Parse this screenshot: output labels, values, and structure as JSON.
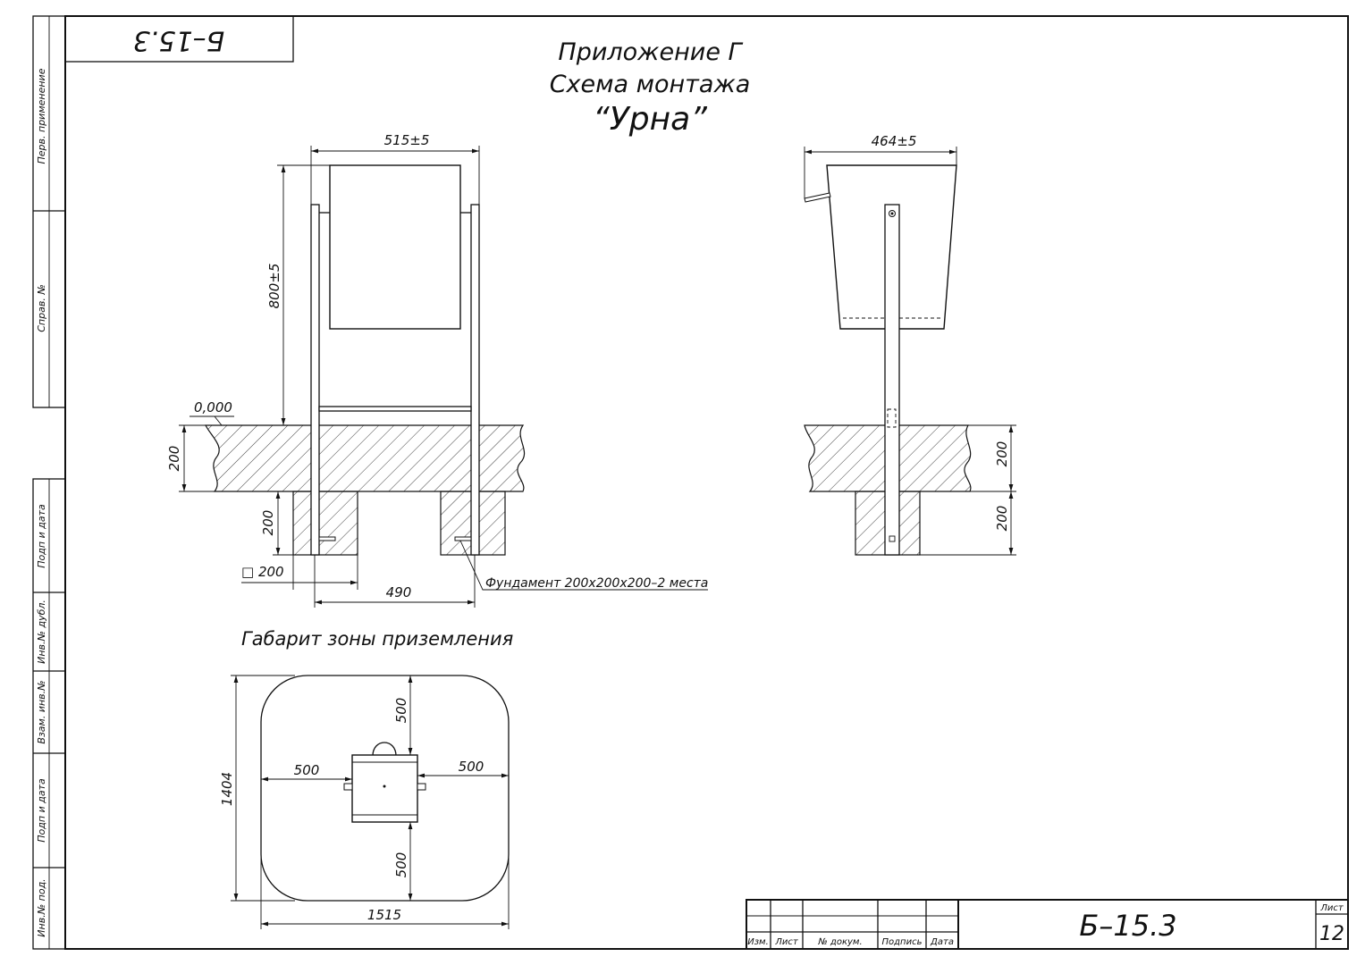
{
  "corner_stamp": "Б–15.3",
  "title": {
    "line1": "Приложение Г",
    "line2": "Схема монтажа",
    "line3": "“Урна”"
  },
  "side_strip": {
    "first_use": "Перв. применение",
    "ref_no": "Справ. №",
    "sign_date_1": "Подп и дата",
    "dup_inv": "Инв.№ дубл.",
    "repl_inv": "Взам. инв.№",
    "sign_date_2": "Подп и дата",
    "orig_inv": "Инв.№ под."
  },
  "front_view": {
    "width_dim": "515±5",
    "height_dim": "800±5",
    "ground_level": "0,000",
    "soil_depth": "200",
    "foundation_depth": "200",
    "foundation_square": "□ 200",
    "span": "490",
    "foundation_note": "Фундамент 200х200х200–2 места"
  },
  "side_view": {
    "width_dim": "464±5",
    "soil_depth": "200",
    "foundation_depth": "200"
  },
  "zone": {
    "caption": "Габарит зоны приземления",
    "top": "500",
    "left": "500",
    "right": "500",
    "bottom": "500",
    "height": "1404",
    "width": "1515"
  },
  "title_block": {
    "col_izm": "Изм.",
    "col_list": "Лист",
    "col_doc": "№ докум.",
    "col_sign": "Подпись",
    "col_date": "Дата",
    "designation": "Б–15.3",
    "sheet_label": "Лист",
    "sheet_no": "12"
  }
}
